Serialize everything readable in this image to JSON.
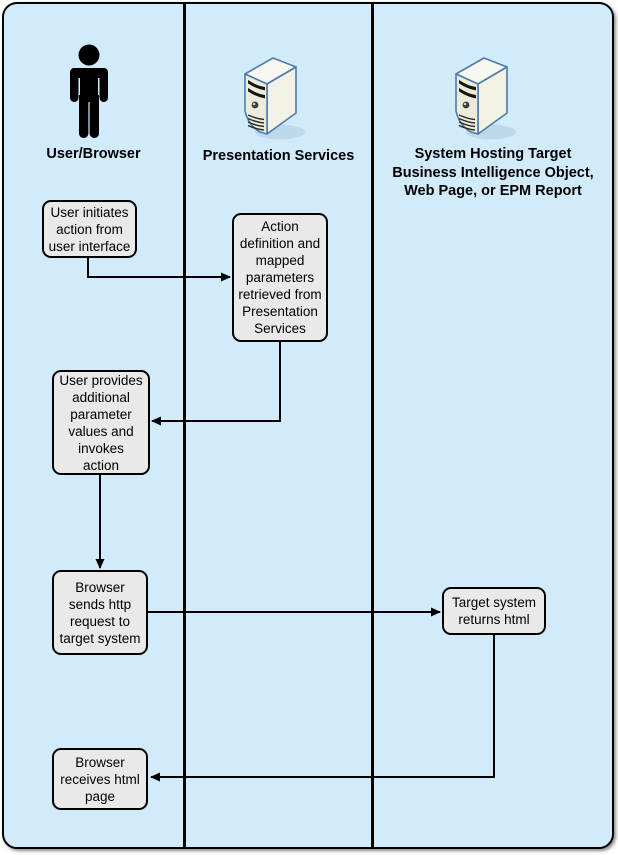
{
  "lanes": [
    {
      "label": "User/Browser",
      "icon": "person-icon"
    },
    {
      "label": "Presentation Services",
      "icon": "server-icon"
    },
    {
      "label_lines": [
        "System Hosting Target",
        "Business Intelligence Object,",
        "Web Page, or EPM Report"
      ],
      "icon": "server-icon"
    }
  ],
  "nodes": [
    {
      "id": "user-initiates-action",
      "lane": 0,
      "text": "User initiates\naction from\nuser interface"
    },
    {
      "id": "action-definition-retrieved",
      "lane": 1,
      "text": "Action\ndefinition and\nmapped\nparameters\nretrieved from\nPresentation\nServices"
    },
    {
      "id": "user-provides-parameters",
      "lane": 0,
      "text": "User provides\nadditional\nparameter\nvalues and\ninvokes\naction"
    },
    {
      "id": "browser-sends-request",
      "lane": 0,
      "text": "Browser\nsends http\nrequest to\ntarget system"
    },
    {
      "id": "target-returns-html",
      "lane": 2,
      "text": "Target system\nreturns html"
    },
    {
      "id": "browser-receives-html",
      "lane": 0,
      "text": "Browser\nreceives html\npage"
    }
  ],
  "edges": [
    {
      "from": "user-initiates-action",
      "to": "action-definition-retrieved"
    },
    {
      "from": "action-definition-retrieved",
      "to": "user-provides-parameters"
    },
    {
      "from": "user-provides-parameters",
      "to": "browser-sends-request"
    },
    {
      "from": "browser-sends-request",
      "to": "target-returns-html"
    },
    {
      "from": "target-returns-html",
      "to": "browser-receives-html"
    }
  ],
  "colors": {
    "canvas_background": "#D1EBFB",
    "frame_border": "#000000",
    "node_fill": "#E9E9E9",
    "node_border": "#000000",
    "arrow": "#000000",
    "person_icon": "#000000",
    "server_body": "#F0EEDF",
    "server_outline": "#4C7BB0"
  }
}
